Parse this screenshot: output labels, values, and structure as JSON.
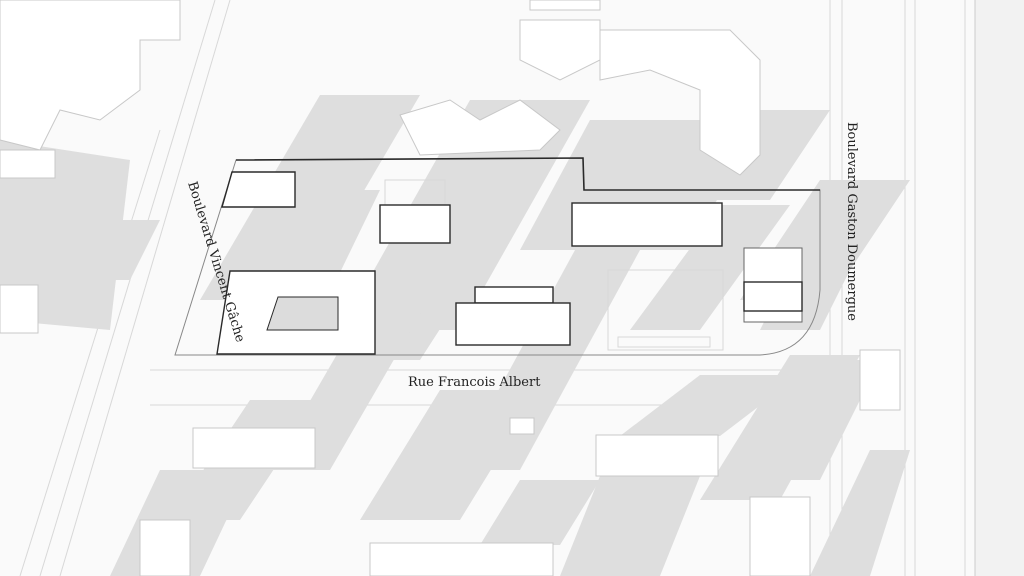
{
  "title": "Site plan",
  "streets": {
    "west": "Boulevard Vincent Gâche",
    "east": "Boulevard Gaston Doumergue",
    "south": "Rue Francois Albert"
  },
  "colors": {
    "shadow": "#dedede",
    "building": "#ffffff",
    "outline": "#2a2a2a"
  }
}
